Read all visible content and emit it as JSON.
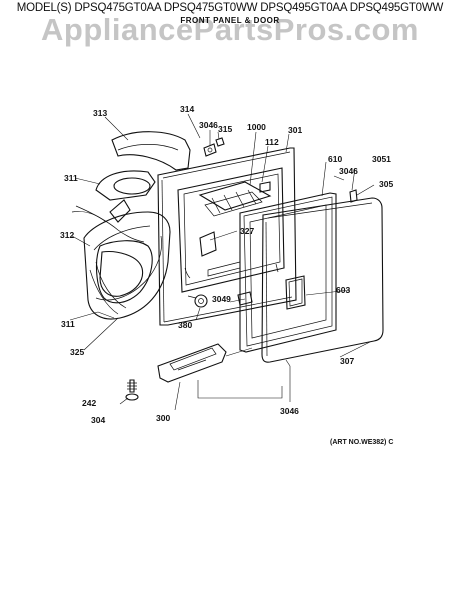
{
  "header": {
    "models": "MODEL(S) DPSQ475GT0AA DPSQ475GT0WW DPSQ495GT0AA DPSQ495GT0WW",
    "section": "FRONT PANEL & DOOR"
  },
  "watermark": "AppliancePartsPros.com",
  "art_number": "(ART NO.WE382) C",
  "parts": [
    {
      "id": "p313",
      "label": "313"
    },
    {
      "id": "p314",
      "label": "314"
    },
    {
      "id": "p3046a",
      "label": "3046"
    },
    {
      "id": "p315",
      "label": "315"
    },
    {
      "id": "p1000",
      "label": "1000"
    },
    {
      "id": "p301",
      "label": "301"
    },
    {
      "id": "p112",
      "label": "112"
    },
    {
      "id": "p610",
      "label": "610"
    },
    {
      "id": "p3051",
      "label": "3051"
    },
    {
      "id": "p3046b",
      "label": "3046"
    },
    {
      "id": "p305",
      "label": "305"
    },
    {
      "id": "p311a",
      "label": "311"
    },
    {
      "id": "p312",
      "label": "312"
    },
    {
      "id": "p327",
      "label": "327"
    },
    {
      "id": "p603",
      "label": "603"
    },
    {
      "id": "p3049",
      "label": "3049"
    },
    {
      "id": "p311b",
      "label": "311"
    },
    {
      "id": "p380",
      "label": "380"
    },
    {
      "id": "p325",
      "label": "325"
    },
    {
      "id": "p307",
      "label": "307"
    },
    {
      "id": "p242",
      "label": "242"
    },
    {
      "id": "p304",
      "label": "304"
    },
    {
      "id": "p300",
      "label": "300"
    },
    {
      "id": "p3046c",
      "label": "3046"
    }
  ]
}
